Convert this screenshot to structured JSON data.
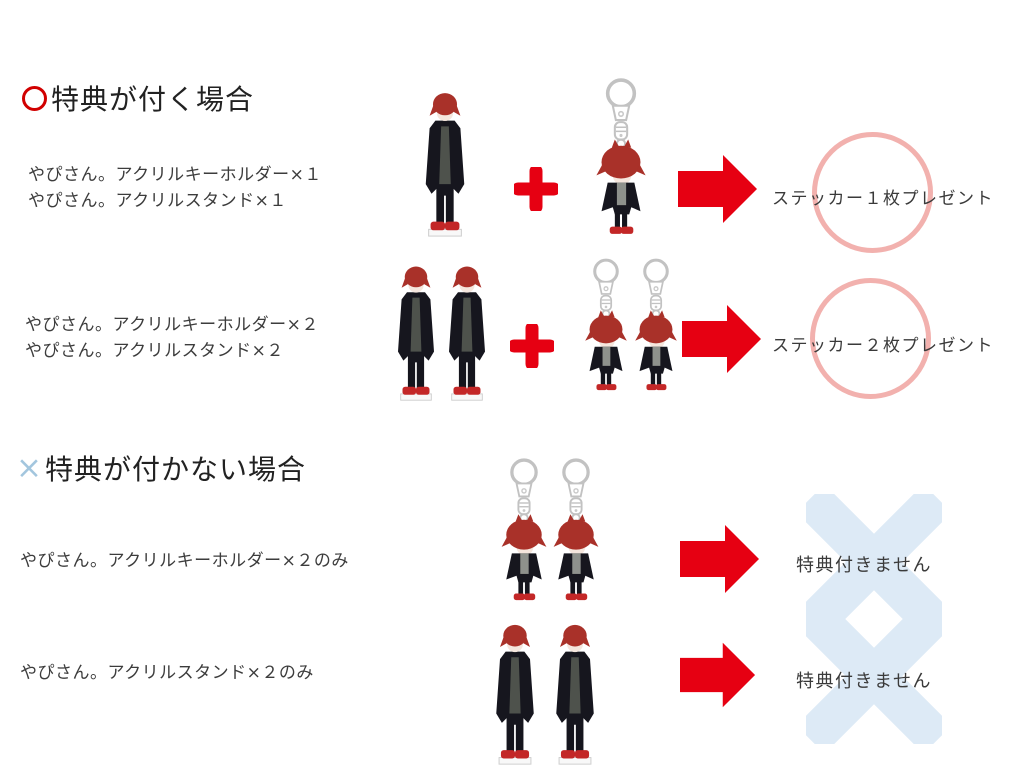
{
  "sections": [
    {
      "symbol": "○",
      "title": "特典が付く場合"
    },
    {
      "symbol": "×",
      "title": "特典が付かない場合"
    }
  ],
  "rows": [
    {
      "lines": [
        "やぴさん。アクリルキーホルダー×１",
        "やぴさん。アクリルスタンド×１"
      ],
      "result": "ステッカー１枚プレゼント"
    },
    {
      "lines": [
        "やぴさん。アクリルキーホルダー×２",
        "やぴさん。アクリルスタンド×２"
      ],
      "result": "ステッカー２枚プレゼント"
    },
    {
      "lines": [
        "やぴさん。アクリルキーホルダー×２のみ"
      ],
      "result": "特典付きません"
    },
    {
      "lines": [
        "やぴさん。アクリルスタンド×２のみ"
      ],
      "result": "特典付きません"
    }
  ],
  "icons": {
    "plus": "plus-icon",
    "arrow": "arrow-right-icon",
    "stand": "acrylic-stand-figure",
    "keychain": "acrylic-keychain-figure",
    "bonus_highlight": "highlight-circle",
    "no_bonus_mark": "cross-mark"
  },
  "colors": {
    "accent_red": "#e60012",
    "heading_circle_red": "#d10000",
    "heading_cross_blue": "#a3c6de",
    "sticker_circle_pink": "#f2b1ae",
    "no_bonus_cross_blue": "#ddeaf6",
    "text": "#3c3c3c"
  }
}
